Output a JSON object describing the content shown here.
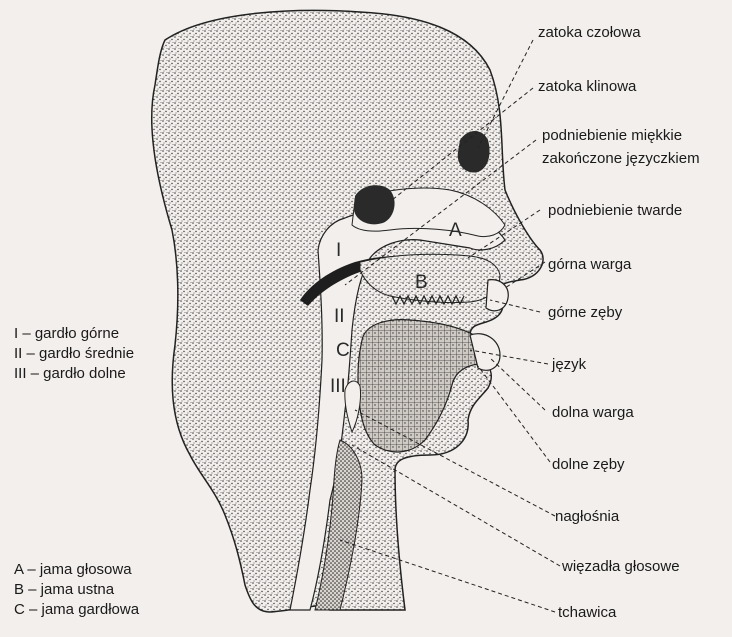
{
  "labels": {
    "zatoka_czolowa": "zatoka czołowa",
    "zatoka_klinowa": "zatoka klinowa",
    "podniebienie_miekkie_1": "podniebienie miękkie",
    "podniebienie_miekkie_2": "zakończone języczkiem",
    "podniebienie_twarde": "podniebienie twarde",
    "gorna_warga": "górna warga",
    "gorne_zeby": "górne zęby",
    "jezyk": "język",
    "dolna_warga": "dolna warga",
    "dolne_zeby": "dolne zęby",
    "naglosnia": "nagłośnia",
    "wiezadla": "więzadła głosowe",
    "tchawica": "tchawica"
  },
  "markers": {
    "A": "A",
    "B": "B",
    "C": "C",
    "I": "I",
    "II": "II",
    "III": "III"
  },
  "legend_pharynx": [
    "I – gardło górne",
    "II – gardło średnie",
    "III – gardło dolne"
  ],
  "legend_cavities": [
    "A – jama głosowa",
    "B – jama ustna",
    "C – jama gardłowa"
  ],
  "colors": {
    "background": "#f2efec",
    "stipple": "#2a2a2a",
    "ink": "#1a1a1a"
  }
}
